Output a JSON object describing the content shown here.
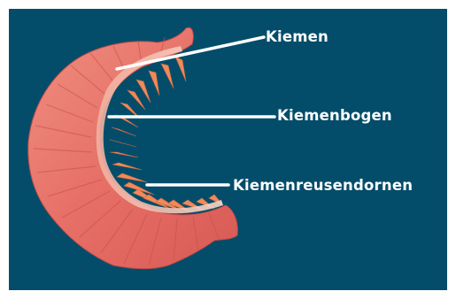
{
  "labels": {
    "gills": "Kiemen",
    "gill_arch": "Kiemenbogen",
    "gill_rakers": "Kiemenreusendornen"
  },
  "colors": {
    "background": "#034d6a",
    "filament_light": "#ef8a7a",
    "filament_dark": "#c94a48",
    "arch": "#f3c2b0",
    "rakers": "#f08a5a",
    "leader_lines": "#ffffff"
  }
}
